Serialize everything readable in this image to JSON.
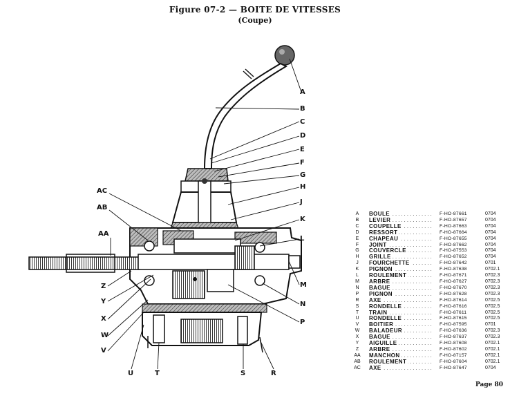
{
  "header": {
    "title": "Figure 07-2 — BOITE DE VITESSES",
    "subtitle": "(Coupe)"
  },
  "callouts": {
    "A": "A",
    "B": "B",
    "C": "C",
    "D": "D",
    "E": "E",
    "F": "F",
    "G": "G",
    "H": "H",
    "J": "J",
    "K": "K",
    "L": "L",
    "M": "M",
    "N": "N",
    "P": "P",
    "R": "R",
    "S": "S",
    "T": "T",
    "U": "U",
    "V": "V",
    "W": "W",
    "X": "X",
    "Y": "Y",
    "Z": "Z",
    "AA": "AA",
    "AB": "AB",
    "AC": "AC"
  },
  "parts": [
    {
      "key": "A",
      "name": "BOULE",
      "ref": "F-HO-87661",
      "code": "0704"
    },
    {
      "key": "B",
      "name": "LEVIER",
      "ref": "F-HO-87657",
      "code": "0704"
    },
    {
      "key": "C",
      "name": "COUPELLE",
      "ref": "F-HO-87663",
      "code": "0704"
    },
    {
      "key": "D",
      "name": "RESSORT",
      "ref": "F-HO-87664",
      "code": "0704"
    },
    {
      "key": "E",
      "name": "CHAPEAU",
      "ref": "F-HO-87655",
      "code": "0704"
    },
    {
      "key": "F",
      "name": "JOINT",
      "ref": "F-HO-87662",
      "code": "0704"
    },
    {
      "key": "G",
      "name": "COUVERCLE",
      "ref": "F-HO-87553",
      "code": "0704"
    },
    {
      "key": "H",
      "name": "GRILLE",
      "ref": "F-HO-87652",
      "code": "0704"
    },
    {
      "key": "J",
      "name": "FOURCHETTE",
      "ref": "F-HO-87642",
      "code": "0701"
    },
    {
      "key": "K",
      "name": "PIGNON",
      "ref": "F-HO-87638",
      "code": "0702.1"
    },
    {
      "key": "L",
      "name": "ROULEMENT",
      "ref": "F-HO-87671",
      "code": "0702.3"
    },
    {
      "key": "M",
      "name": "ARBRE",
      "ref": "F-HO-87627",
      "code": "0702.3"
    },
    {
      "key": "N",
      "name": "BAGUE",
      "ref": "F-HO-87670",
      "code": "0702.3"
    },
    {
      "key": "P",
      "name": "PIGNON",
      "ref": "F-HO-87628",
      "code": "0702.3"
    },
    {
      "key": "R",
      "name": "AXE",
      "ref": "F-HO-87614",
      "code": "0702.5"
    },
    {
      "key": "S",
      "name": "RONDELLE",
      "ref": "F-HO-87616",
      "code": "0702.5"
    },
    {
      "key": "T",
      "name": "TRAIN",
      "ref": "F-HO-87611",
      "code": "0702.5"
    },
    {
      "key": "U",
      "name": "RONDELLE",
      "ref": "F-HO-87615",
      "code": "0702.5"
    },
    {
      "key": "V",
      "name": "BOITIER",
      "ref": "F-HO-87595",
      "code": "0701"
    },
    {
      "key": "W",
      "name": "BALADEUR",
      "ref": "F-HO-87636",
      "code": "0702.3"
    },
    {
      "key": "X",
      "name": "BAGUE",
      "ref": "F-HO-87637",
      "code": "0702.3"
    },
    {
      "key": "Y",
      "name": "AIGUILLE",
      "ref": "F-HO-87608",
      "code": "0702.1"
    },
    {
      "key": "Z",
      "name": "ARBRE",
      "ref": "F-HO-87602",
      "code": "0702.1"
    },
    {
      "key": "AA",
      "name": "MANCHON",
      "ref": "F-HO-87157",
      "code": "0702.1"
    },
    {
      "key": "AB",
      "name": "ROULEMENT",
      "ref": "F-HO-87604",
      "code": "0702.1"
    },
    {
      "key": "AC",
      "name": "AXE",
      "ref": "F-HO-87647",
      "code": "0704"
    }
  ],
  "footer": {
    "page": "Page 80"
  },
  "colors": {
    "ink": "#111111",
    "paper": "#ffffff",
    "shade": "#9a9a9a"
  }
}
